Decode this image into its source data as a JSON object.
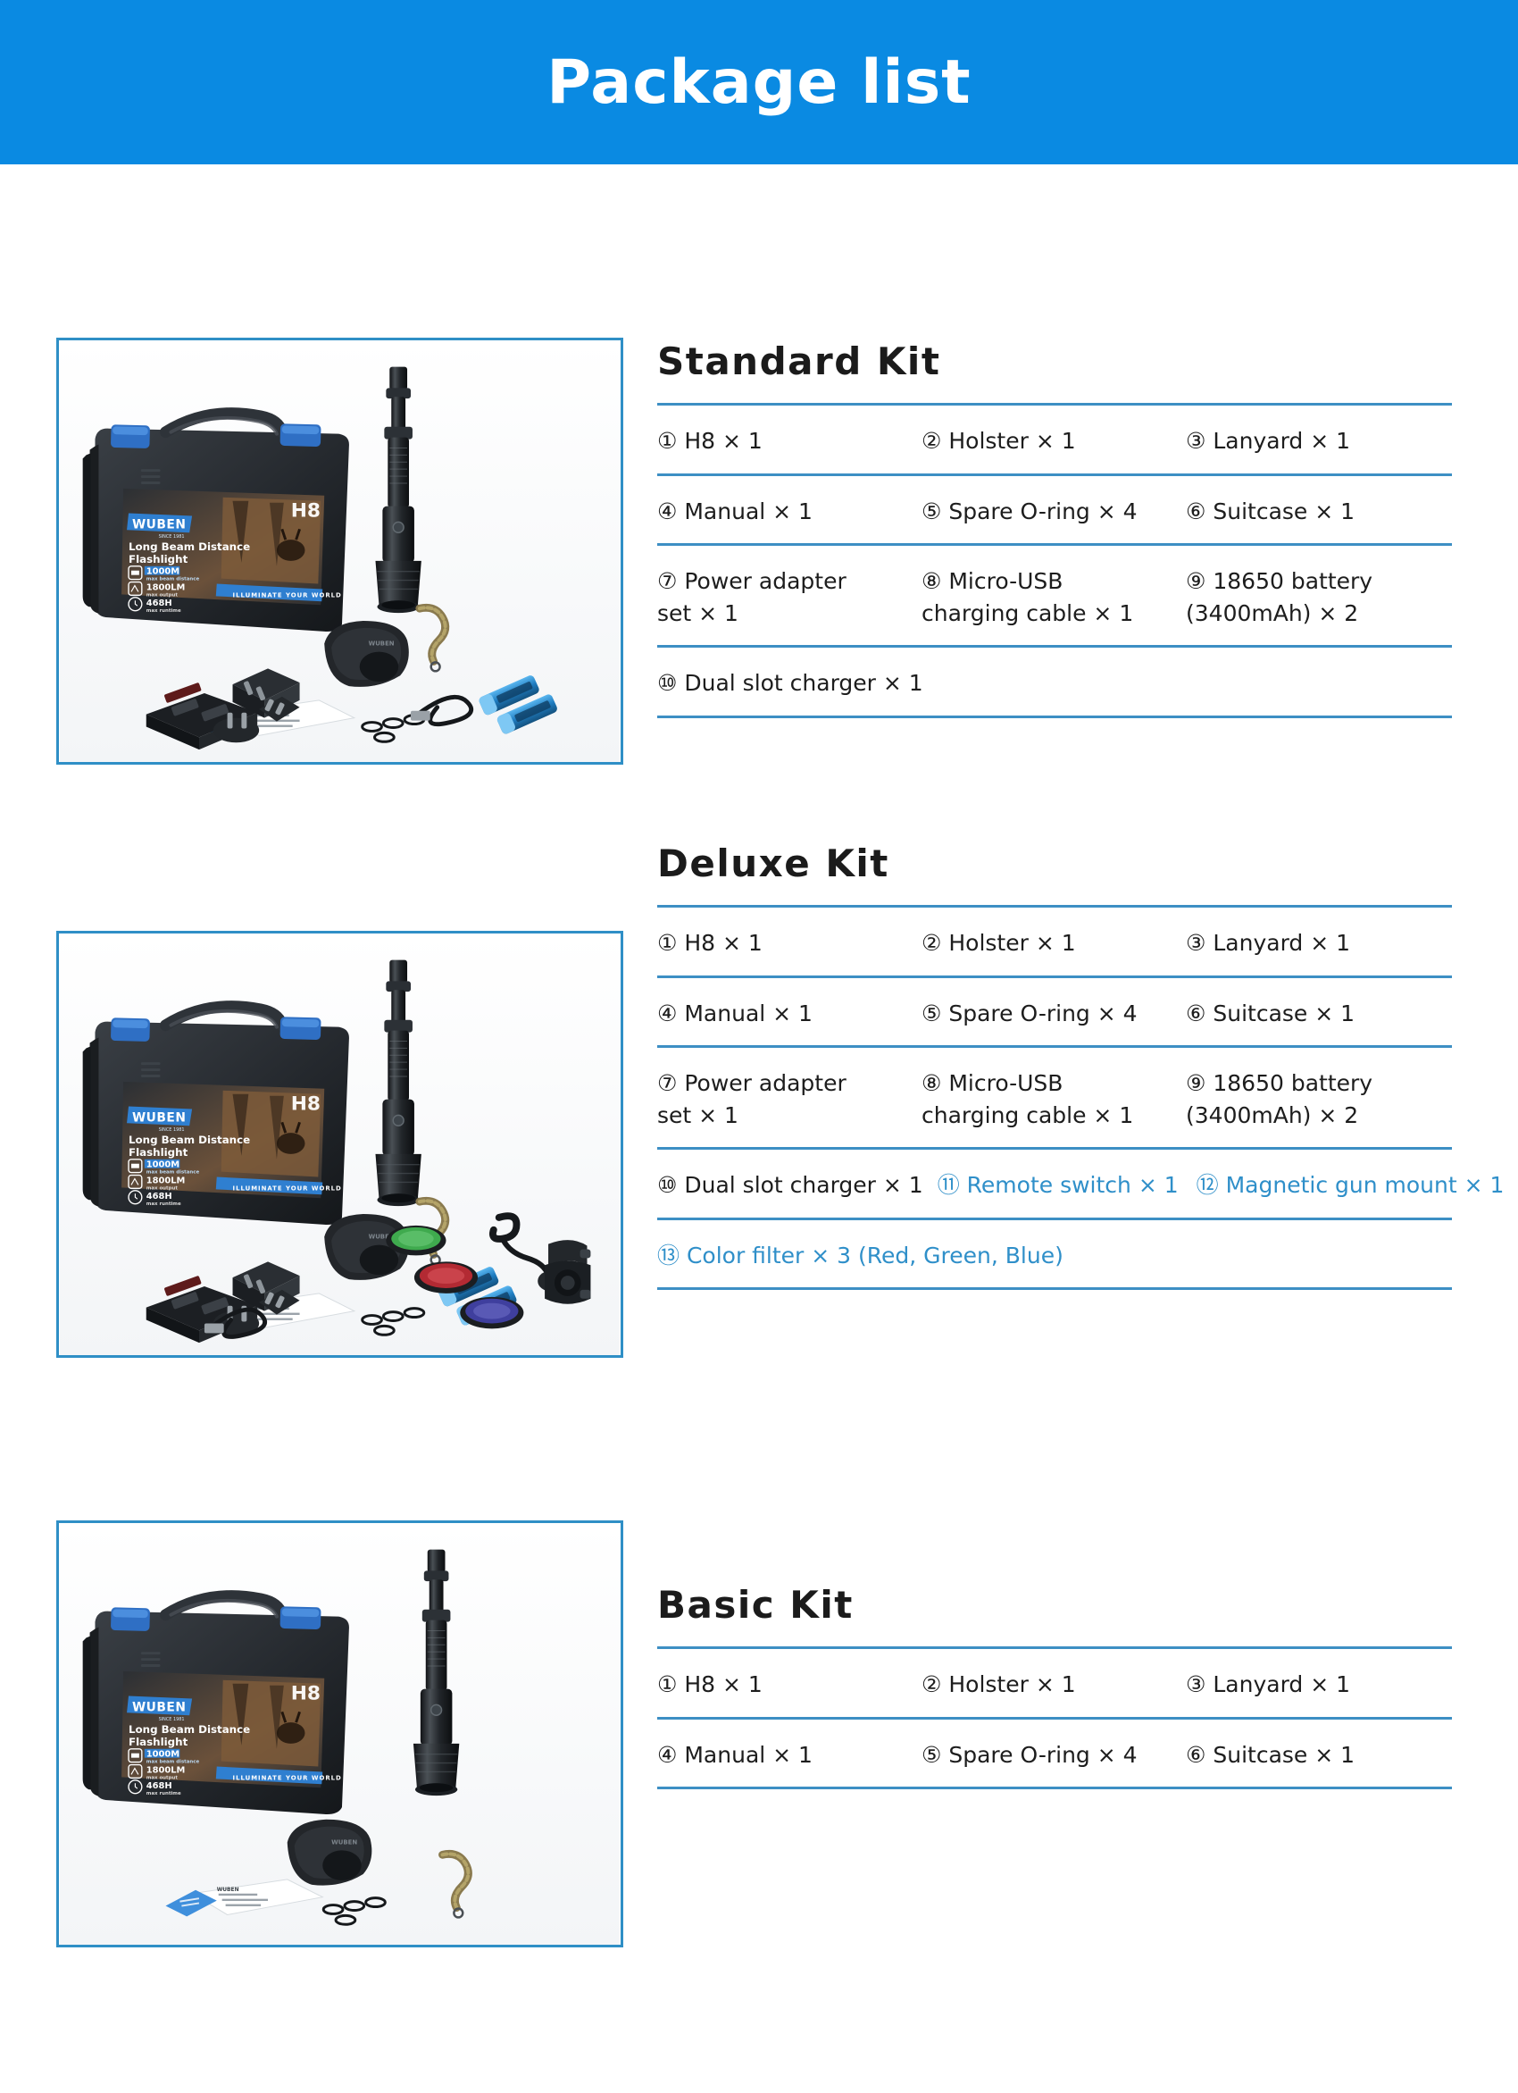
{
  "banner": {
    "title": "Package list",
    "background_color": "#0a8ae2",
    "text_color": "#ffffff"
  },
  "theme": {
    "rule_color": "#3d8fc4",
    "frame_border_color": "#2f8fc6",
    "highlight_text_color": "#2f8fc9",
    "body_text_color": "#1d1d1d"
  },
  "product": {
    "brand": "WUBEN",
    "brand_tagline": "SINCE 1981",
    "model": "H8",
    "case_headline": "Long Beam Distance\nFlashlight",
    "case_slogan": "ILLUMINATE YOUR WORLD",
    "specs": [
      {
        "value": "1000M",
        "label": "max beam distance"
      },
      {
        "value": "1800LM",
        "label": "max output"
      },
      {
        "value": "468H",
        "label": "max runtime"
      }
    ]
  },
  "kits": [
    {
      "id": "standard",
      "title": "Standard Kit",
      "photo_alt": "WUBEN H8 standard kit with case, flashlight, charger, adapters, holster, lanyard, batteries, manual and O-rings",
      "rows": [
        {
          "layout": "thirds",
          "cells": [
            {
              "text": "① H8 × 1",
              "highlight": false
            },
            {
              "text": "② Holster × 1",
              "highlight": false
            },
            {
              "text": "③ Lanyard × 1",
              "highlight": false
            }
          ]
        },
        {
          "layout": "thirds",
          "cells": [
            {
              "text": "④ Manual × 1",
              "highlight": false
            },
            {
              "text": "⑤ Spare O-ring × 4",
              "highlight": false
            },
            {
              "text": "⑥ Suitcase × 1",
              "highlight": false
            }
          ]
        },
        {
          "layout": "thirds",
          "cells": [
            {
              "text": "⑦ Power adapter\n    set × 1",
              "highlight": false
            },
            {
              "text": "⑧ Micro-USB\n     charging cable × 1",
              "highlight": false
            },
            {
              "text": "⑨ 18650 battery\n    (3400mAh) × 2",
              "highlight": false
            }
          ]
        },
        {
          "layout": "full",
          "cells": [
            {
              "text": "⑩ Dual slot charger  × 1",
              "highlight": false
            }
          ]
        }
      ]
    },
    {
      "id": "deluxe",
      "title": "Deluxe Kit",
      "photo_alt": "WUBEN H8 deluxe kit adding remote pressure switch, magnetic gun mount and red, green, blue color filters",
      "rows": [
        {
          "layout": "thirds",
          "cells": [
            {
              "text": "① H8 × 1",
              "highlight": false
            },
            {
              "text": "② Holster × 1",
              "highlight": false
            },
            {
              "text": "③ Lanyard × 1",
              "highlight": false
            }
          ]
        },
        {
          "layout": "thirds",
          "cells": [
            {
              "text": "④ Manual × 1",
              "highlight": false
            },
            {
              "text": "⑤ Spare O-ring × 4",
              "highlight": false
            },
            {
              "text": "⑥ Suitcase × 1",
              "highlight": false
            }
          ]
        },
        {
          "layout": "thirds",
          "cells": [
            {
              "text": "⑦ Power adapter\n    set × 1",
              "highlight": false
            },
            {
              "text": "⑧ Micro-USB\n     charging cable × 1",
              "highlight": false
            },
            {
              "text": "⑨ 18650 battery\n    (3400mAh) × 2",
              "highlight": false
            }
          ]
        },
        {
          "layout": "tight",
          "cells": [
            {
              "text": "⑩ Dual slot charger  × 1",
              "highlight": false
            },
            {
              "text": "⑪ Remote switch × 1",
              "highlight": true
            },
            {
              "text": "⑫ Magnetic gun mount × 1",
              "highlight": true
            }
          ]
        },
        {
          "layout": "full",
          "cells": [
            {
              "text": "⑬ Color filter × 3 (Red, Green, Blue)",
              "highlight": true
            }
          ]
        }
      ]
    },
    {
      "id": "basic",
      "title": "Basic Kit",
      "photo_alt": "WUBEN H8 basic kit with case, flashlight, holster, lanyard, manual and O-rings",
      "rows": [
        {
          "layout": "thirds",
          "cells": [
            {
              "text": "① H8 × 1",
              "highlight": false
            },
            {
              "text": "② Holster × 1",
              "highlight": false
            },
            {
              "text": "③ Lanyard × 1",
              "highlight": false
            }
          ]
        },
        {
          "layout": "thirds",
          "cells": [
            {
              "text": "④ Manual × 1",
              "highlight": false
            },
            {
              "text": "⑤ Spare O-ring × 4",
              "highlight": false
            },
            {
              "text": "⑥ Suitcase × 1",
              "highlight": false
            }
          ]
        }
      ]
    }
  ]
}
